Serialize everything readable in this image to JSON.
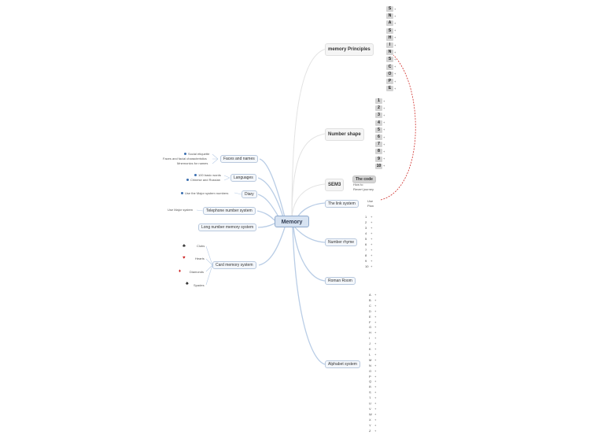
{
  "center": "Memory",
  "right": {
    "principles": {
      "label": "memory Principles",
      "letters": [
        "S",
        "N",
        "A",
        "S",
        "H",
        "I",
        "N",
        "S",
        "C",
        "O",
        "P",
        "E"
      ]
    },
    "number_shape": {
      "label": "Number shape",
      "items": [
        "1",
        "2",
        "3",
        "4",
        "5",
        "6",
        "7",
        "8",
        "9",
        "10"
      ]
    },
    "sem3": {
      "label": "SEM3",
      "children": [
        "The code",
        "How to",
        "Revert journey"
      ]
    },
    "link_system": {
      "label": "The link system",
      "children": [
        "Use",
        "Plan"
      ]
    },
    "number_rhyme": {
      "label": "Number rhyme",
      "items": [
        "1",
        "2",
        "3",
        "4",
        "5",
        "6",
        "7",
        "8",
        "9",
        "10"
      ]
    },
    "roman_room": {
      "label": "Roman Room"
    },
    "alphabet": {
      "label": "Alphabet system",
      "items": [
        "A",
        "B",
        "C",
        "D",
        "E",
        "F",
        "G",
        "H",
        "I",
        "J",
        "K",
        "L",
        "M",
        "N",
        "O",
        "P",
        "Q",
        "R",
        "S",
        "T",
        "U",
        "V",
        "W",
        "X",
        "Y",
        "Z"
      ]
    }
  },
  "left": {
    "faces": {
      "label": "Faces and names",
      "children": [
        "Social etiquette",
        "Faces and facial characteristics",
        "Mnemonics for names"
      ]
    },
    "languages": {
      "label": "Languages",
      "children": [
        "100 basic words",
        "Chinese and Russian"
      ]
    },
    "diary": {
      "label": "Diary",
      "children": [
        "Use the Major system numbers"
      ]
    },
    "telephone": {
      "label": "Telephone number system",
      "children": [
        "Use Major system"
      ]
    },
    "long_number": {
      "label": "Long number memory system"
    },
    "card": {
      "label": "Card memory system",
      "children": [
        "Clubs",
        "Hearts",
        "Diamonds",
        "Spades"
      ]
    }
  },
  "colors": {
    "branch": "#b9cde6",
    "accent": "#d0302c",
    "pill": "#d4d4d4"
  }
}
